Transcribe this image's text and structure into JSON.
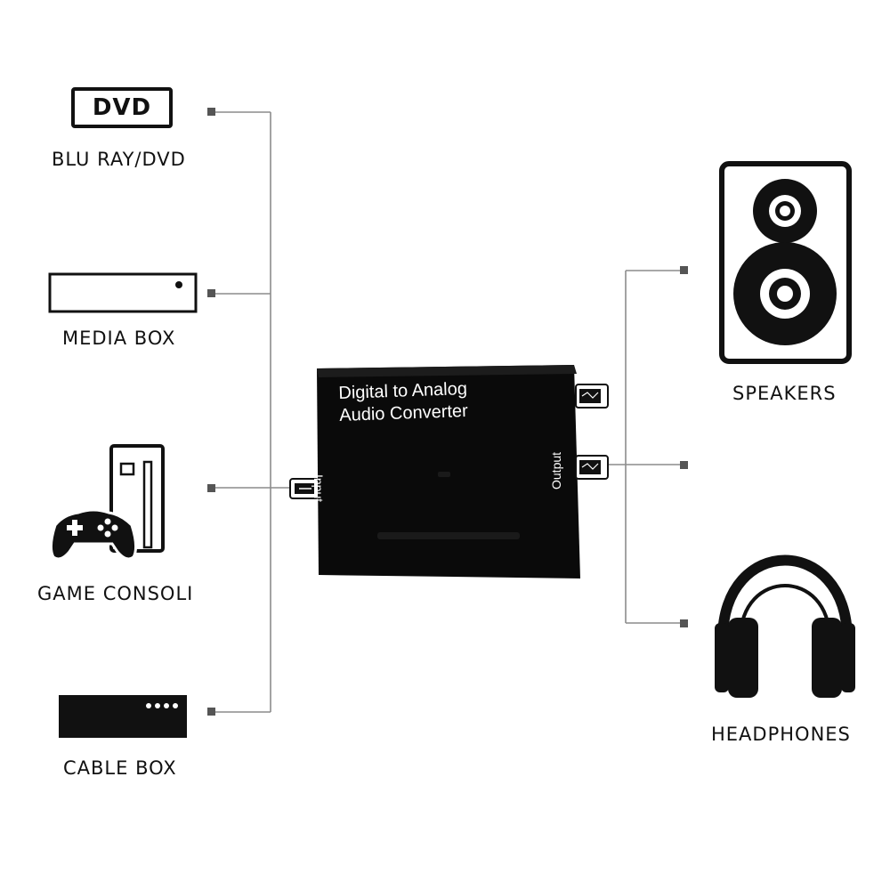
{
  "sources": [
    {
      "label": "BLU RAY/DVD",
      "logo_text": "DVD",
      "icon": "dvd-logo"
    },
    {
      "label": "MEDIA BOX",
      "icon": "media-box-icon"
    },
    {
      "label": "GAME CONSOLI",
      "icon": "game-console-icon"
    },
    {
      "label": "CABLE BOX",
      "icon": "cable-box-icon"
    }
  ],
  "converter": {
    "title_line1": "Digital  to Analog",
    "title_line2": "Audio Converter",
    "input_label": "Input",
    "output_label": "Output",
    "color": "#0a0a0a"
  },
  "outputs": [
    {
      "label": "SPEAKERS",
      "icon": "speaker-icon"
    },
    {
      "label": "HEADPHONES",
      "icon": "headphones-icon"
    }
  ],
  "colors": {
    "line": "#8c8c8c",
    "connector_dot": "#555555",
    "icon": "#111111"
  }
}
